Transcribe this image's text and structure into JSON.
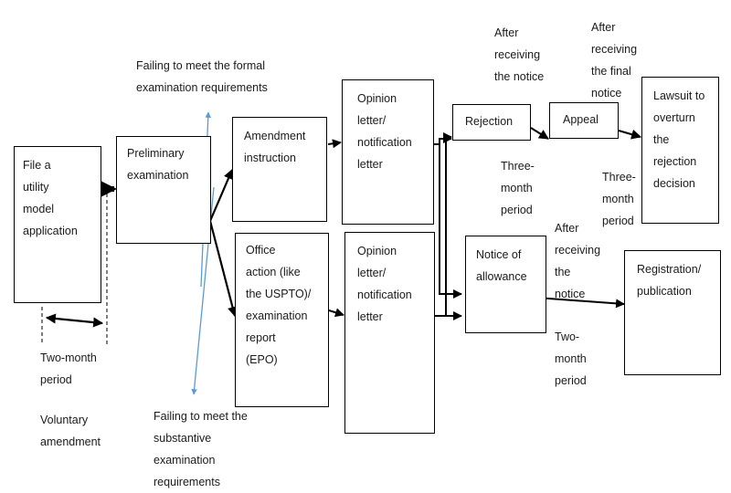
{
  "nodes": {
    "file_application": "File a\nutility\nmodel\napplication",
    "preliminary_exam": "Preliminary\nexamination",
    "amendment_instruction": "Amendment\ninstruction",
    "office_action": "Office\naction (like\nthe USPTO)/\nexamination\nreport\n(EPO)",
    "opinion_letter_top": "Opinion\nletter/\nnotification\nletter",
    "opinion_letter_bottom": "Opinion\nletter/\nnotification\nletter",
    "rejection": "Rejection",
    "appeal": "Appeal",
    "lawsuit": "Lawsuit to\noverturn\nthe\nrejection\ndecision",
    "notice_of_allowance": "Notice of\nallowance",
    "registration": "Registration/\npublication"
  },
  "labels": {
    "formal_failure": "Failing to meet the formal\nexamination requirements",
    "substantive_failure": "Failing to meet the\nsubstantive\nexamination\nrequirements",
    "two_month_period_left": "Two-month\nperiod",
    "voluntary_amendment": "Voluntary\namendment",
    "after_notice_top": "After\nreceiving\nthe notice",
    "after_final_notice": "After\nreceiving\nthe final\nnotice",
    "three_month_period_1": "Three-\nmonth\nperiod",
    "three_month_period_2": "Three-\nmonth\nperiod",
    "after_notice_bottom": "After\nreceiving\nthe\nnotice",
    "two_month_period_right": "Two-\nmonth\nperiod"
  },
  "colors": {
    "line": "#000000",
    "blue_arrow": "#5b9bd5"
  }
}
